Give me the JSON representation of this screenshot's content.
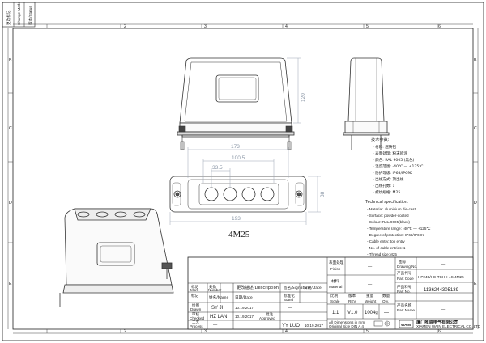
{
  "zone_numbers": {
    "top": [
      "2",
      "3",
      "4",
      "5",
      "6"
    ],
    "bottom": [
      "2",
      "3",
      "4",
      "5",
      "6"
    ]
  },
  "zone_letters": {
    "left": [
      "B",
      "C",
      "D",
      "E"
    ],
    "right": [
      "B",
      "C",
      "D",
      "E"
    ]
  },
  "revision_tab": {
    "line1": "更改标记",
    "line2": "Change Mark",
    "line3": "版本/Status"
  },
  "dimensions": {
    "height": "120",
    "width_outer": "173",
    "width_mid": "100.5",
    "width_inner": "33.5",
    "depth": "38",
    "base_width": "193"
  },
  "model_label": "4M25",
  "notes_cn": {
    "title": "技术参数:",
    "lines": [
      "- 材料: 压铸铝",
      "- 表面处理: 粉末喷涂",
      "- 颜色: RAL 9005 (黑色)",
      "- 温度范围: -40℃ — +125℃",
      "- 防护等级: IP68/IP69K",
      "- 出线方式: 顶出线",
      "- 出线孔数: 1",
      "- 螺纹规格: M25"
    ]
  },
  "notes_en": {
    "title": "Technical specification:",
    "lines": [
      "- Material: aluminium die-cast",
      "- Surface: powder-coated",
      "- Colour: RAL 9005(black)",
      "- Temperature range: -40℃ — +125℃",
      "- Degree of protection: IP68/IP69K",
      "- Cable entry: top entry",
      "- No. of cable entries: 1",
      "- Thread size:M25"
    ]
  },
  "title_block": {
    "finish_cn": "表面处理",
    "finish_en": "Finish",
    "finish_val": "—",
    "material_cn": "材料",
    "material_en": "Material",
    "material_val": "—",
    "drawing_no_cn": "图号",
    "drawing_no_en": "Drawing No.",
    "drawing_no_val": "—",
    "part_code_cn": "产品代号",
    "part_code_en": "Part Code",
    "part_code_val": "HP24B/HE-TCHH-4S-4M25",
    "part_no_cn": "产品料号",
    "part_no_en": "Part No.",
    "part_no_val": "1136244305139",
    "part_name_cn": "产品名称",
    "part_name_en": "Part Name",
    "part_name_val": "—",
    "scale_cn": "比例",
    "scale_en": "Scale",
    "scale_val": "1:1",
    "rev_cn": "版本",
    "rev_en": "REV.",
    "rev_val": "V1.0",
    "weight_cn": "重量",
    "weight_en": "Weight",
    "weight_val": "1004g",
    "qty_cn": "数量",
    "qty_en": "Qty.",
    "qty_val": "—",
    "hdr_mark": "标记",
    "hdr_number": "处数",
    "hdr_desc": "更改描述/Description",
    "hdr_sign": "签名/Signature",
    "hdr_date": "日期/Date",
    "hdr_mark_en": "Mark",
    "hdr_number_en": "Number",
    "hdr_name": "姓名/Name",
    "hdr_date2": "日期/Date",
    "hdr_stand": "标准化",
    "hdr_stand_en": "Stand",
    "drawn_cn": "绘图",
    "drawn_en": "Drawn",
    "drawn_name": "SY JI",
    "drawn_date": "10.19.2017",
    "drawn_stand": "—",
    "checked_cn": "审核",
    "checked_en": "Checked",
    "checked_name": "HZ LAN",
    "checked_date": "10.19.2017",
    "approved_cn": "批准",
    "approved_en": "Approved",
    "process_cn": "工艺",
    "process_en": "Process",
    "process_val": "—",
    "approver_name": "YY LUO",
    "approver_date": "10.19.2017",
    "units_note1": "All Dimensions in mm",
    "units_note2": "Original Size DIN A 4",
    "company_cn": "厦门唯恩电气有限公司",
    "company_en": "XIAMEN WAIN ELECTRICAL CO.,LTD",
    "logo_text": "WAIN"
  }
}
